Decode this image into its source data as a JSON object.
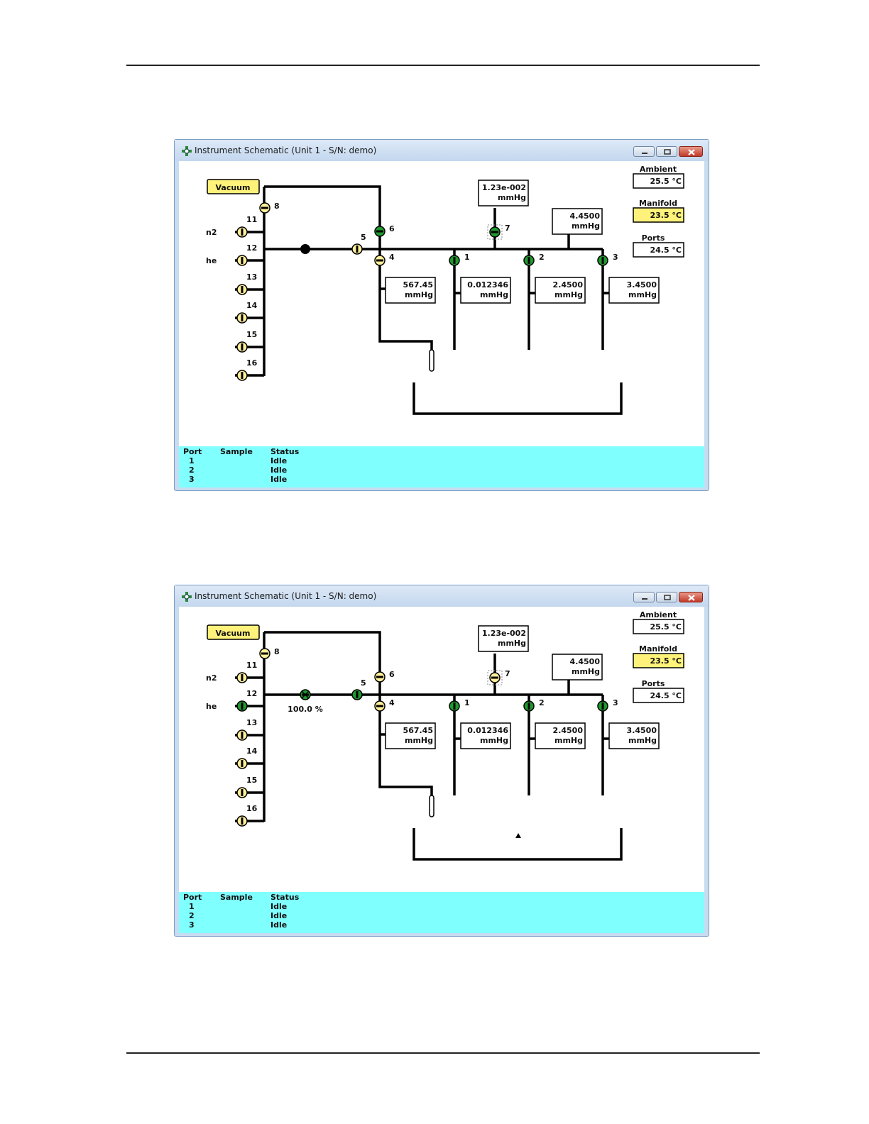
{
  "windows": [
    {
      "title": "Instrument Schematic (Unit 1 - S/N: demo)",
      "vacuum_label": "Vacuum",
      "gas_labels": {
        "n2": "n2",
        "he": "he"
      },
      "valve_labels": {
        "v1": "1",
        "v2": "2",
        "v3": "3",
        "v4": "4",
        "v5": "5",
        "v6": "6",
        "v7": "7",
        "v8": "8",
        "v11": "11",
        "v12": "12",
        "v13": "13",
        "v14": "14",
        "v15": "15",
        "v16": "16"
      },
      "valve_states": {
        "v1": "open",
        "v2": "open",
        "v3": "open",
        "v4": "closed",
        "v5": "closed",
        "v6": "open",
        "v7": "open",
        "v8": "closed",
        "v11": "closed",
        "v12": "closed",
        "v13": "closed",
        "v14": "closed",
        "v15": "closed",
        "v16": "closed"
      },
      "gauges": {
        "g7": {
          "value": "1.23e-002",
          "unit": "mmHg"
        },
        "manifold": {
          "value": "4.4500",
          "unit": "mmHg"
        },
        "g4": {
          "value": "567.45",
          "unit": "mmHg"
        },
        "p1": {
          "value": "0.012346",
          "unit": "mmHg"
        },
        "p2": {
          "value": "2.4500",
          "unit": "mmHg"
        },
        "p3": {
          "value": "3.4500",
          "unit": "mmHg"
        }
      },
      "temps": {
        "ambient_label": "Ambient",
        "ambient_value": "25.5 °C",
        "manifold_label": "Manifold",
        "manifold_value": "23.5 °C",
        "ports_label": "Ports",
        "ports_value": "24.5 °C"
      },
      "flow_label": "",
      "status": {
        "headers": {
          "port": "Port",
          "sample": "Sample",
          "status": "Status"
        },
        "rows": [
          {
            "port": "1",
            "status": "Idle"
          },
          {
            "port": "2",
            "status": "Idle"
          },
          {
            "port": "3",
            "status": "Idle"
          }
        ]
      }
    },
    {
      "title": "Instrument Schematic (Unit 1 - S/N: demo)",
      "vacuum_label": "Vacuum",
      "gas_labels": {
        "n2": "n2",
        "he": "he"
      },
      "valve_labels": {
        "v1": "1",
        "v2": "2",
        "v3": "3",
        "v4": "4",
        "v5": "5",
        "v6": "6",
        "v7": "7",
        "v8": "8",
        "v11": "11",
        "v12": "12",
        "v13": "13",
        "v14": "14",
        "v15": "15",
        "v16": "16"
      },
      "valve_states": {
        "v1": "open",
        "v2": "open",
        "v3": "open",
        "v4": "closed",
        "v5": "open",
        "v6": "closed",
        "v7": "closed",
        "v8": "closed",
        "v11": "closed",
        "v12": "open",
        "v13": "closed",
        "v14": "closed",
        "v15": "closed",
        "v16": "closed"
      },
      "gauges": {
        "g7": {
          "value": "1.23e-002",
          "unit": "mmHg"
        },
        "manifold": {
          "value": "4.4500",
          "unit": "mmHg"
        },
        "g4": {
          "value": "567.45",
          "unit": "mmHg"
        },
        "p1": {
          "value": "0.012346",
          "unit": "mmHg"
        },
        "p2": {
          "value": "2.4500",
          "unit": "mmHg"
        },
        "p3": {
          "value": "3.4500",
          "unit": "mmHg"
        }
      },
      "temps": {
        "ambient_label": "Ambient",
        "ambient_value": "25.5 °C",
        "manifold_label": "Manifold",
        "manifold_value": "23.5 °C",
        "ports_label": "Ports",
        "ports_value": "24.5 °C"
      },
      "flow_label": "100.0 %",
      "status": {
        "headers": {
          "port": "Port",
          "sample": "Sample",
          "status": "Status"
        },
        "rows": [
          {
            "port": "1",
            "status": "Idle"
          },
          {
            "port": "2",
            "status": "Idle"
          },
          {
            "port": "3",
            "status": "Idle"
          }
        ]
      }
    }
  ],
  "colors": {
    "open_valve": "#1f9a2e",
    "closed_valve": "#fff09a",
    "highlight": "#fff27a",
    "status_bar": "#80ffff"
  }
}
